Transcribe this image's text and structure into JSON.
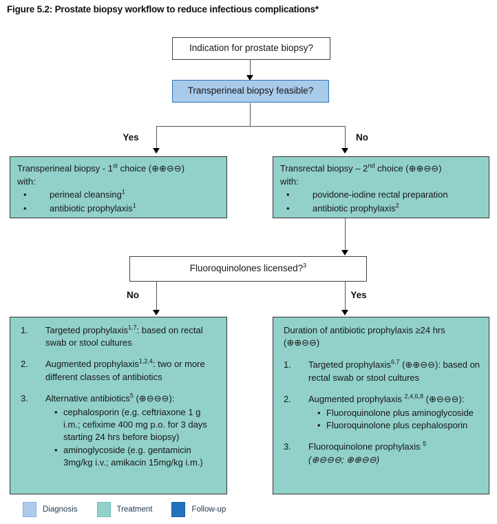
{
  "title": "Figure 5.2: Prostate biopsy workflow to reduce infectious complications*",
  "bullet": "•",
  "nodes": {
    "indication": {
      "label": "Indication for prostate biopsy?"
    },
    "feasible": {
      "label": "Transperineal biopsy feasible?"
    },
    "branch1": {
      "yes": "Yes",
      "no": "No"
    },
    "transperineal": {
      "title_pre": "Transperineal biopsy - 1",
      "title_sup": "st",
      "title_post": " choice (⊕⊕⊖⊖)",
      "with_label": "with:",
      "bullets": [
        {
          "pre": "perineal cleansing",
          "sup": "1"
        },
        {
          "pre": "antibiotic prophylaxis",
          "sup": "1"
        }
      ]
    },
    "transrectal": {
      "title_pre": "Transrectal biopsy – 2",
      "title_sup": "nd",
      "title_post": " choice (⊕⊕⊖⊖)",
      "with_label": "with:",
      "bullets": [
        {
          "pre": "povidone-iodine rectal preparation",
          "sup": ""
        },
        {
          "pre": "antibiotic prophylaxis",
          "sup": "2"
        }
      ]
    },
    "fluoroquinolones": {
      "label_pre": "Fluoroquinolones licensed?",
      "label_sup": "3"
    },
    "branch2": {
      "no": "No",
      "yes": "Yes"
    },
    "no_box": {
      "items": [
        {
          "num": "1.",
          "pre": "Targeted prophylaxis",
          "sup": "1,7",
          "post": ": based on rectal swab or stool cultures"
        },
        {
          "num": "2.",
          "pre": "Augmented prophylaxis",
          "sup": "1,2,4",
          "post": ": two or more different classes of antibiotics"
        },
        {
          "num": "3.",
          "pre": "Alternative antibiotics",
          "sup": "5",
          "post": " (⊕⊖⊖⊖):"
        }
      ],
      "sub_bullets": [
        "cephalosporin (e.g. ceftriaxone 1 g i.m.; cefixime 400 mg p.o. for 3 days starting 24 hrs before biopsy)",
        "aminoglycoside (e.g. gentamicin 3mg/kg i.v.; amikacin 15mg/kg i.m.)"
      ]
    },
    "yes_box": {
      "heading_line1": "Duration of antibiotic prophylaxis ≥24 hrs",
      "heading_line2": "(⊕⊕⊖⊖)",
      "items": [
        {
          "num": "1.",
          "pre": "Targeted prophylaxis",
          "sup": "6,7",
          "post": " (⊕⊕⊖⊖): based on rectal swab or stool cultures"
        },
        {
          "num": "2.",
          "pre": "Augmented prophylaxis ",
          "sup": "2,4,6,8",
          "post": " (⊕⊖⊖⊖):"
        },
        {
          "num": "3.",
          "pre": "Fluoroquinolone prophylaxis ",
          "sup": "5",
          "post": ""
        }
      ],
      "item2_bullets": [
        "Fluoroquinolone plus aminoglycoside",
        "Fluoroquinolone plus cephalosporin"
      ],
      "item3_note": "(⊕⊖⊖⊖; ⊕⊕⊖⊖)"
    }
  },
  "legend": [
    {
      "label": "Diagnosis",
      "color": "#aecbec"
    },
    {
      "label": "Treatment",
      "color": "#92d1ca"
    },
    {
      "label": "Follow-up",
      "color": "#2173be"
    }
  ],
  "colors": {
    "diagnosis_fill": "#a9cbea",
    "diagnosis_border": "#2e75b6",
    "treatment_fill": "#92d1ca",
    "followup_fill": "#2173be",
    "line": "#555555"
  }
}
